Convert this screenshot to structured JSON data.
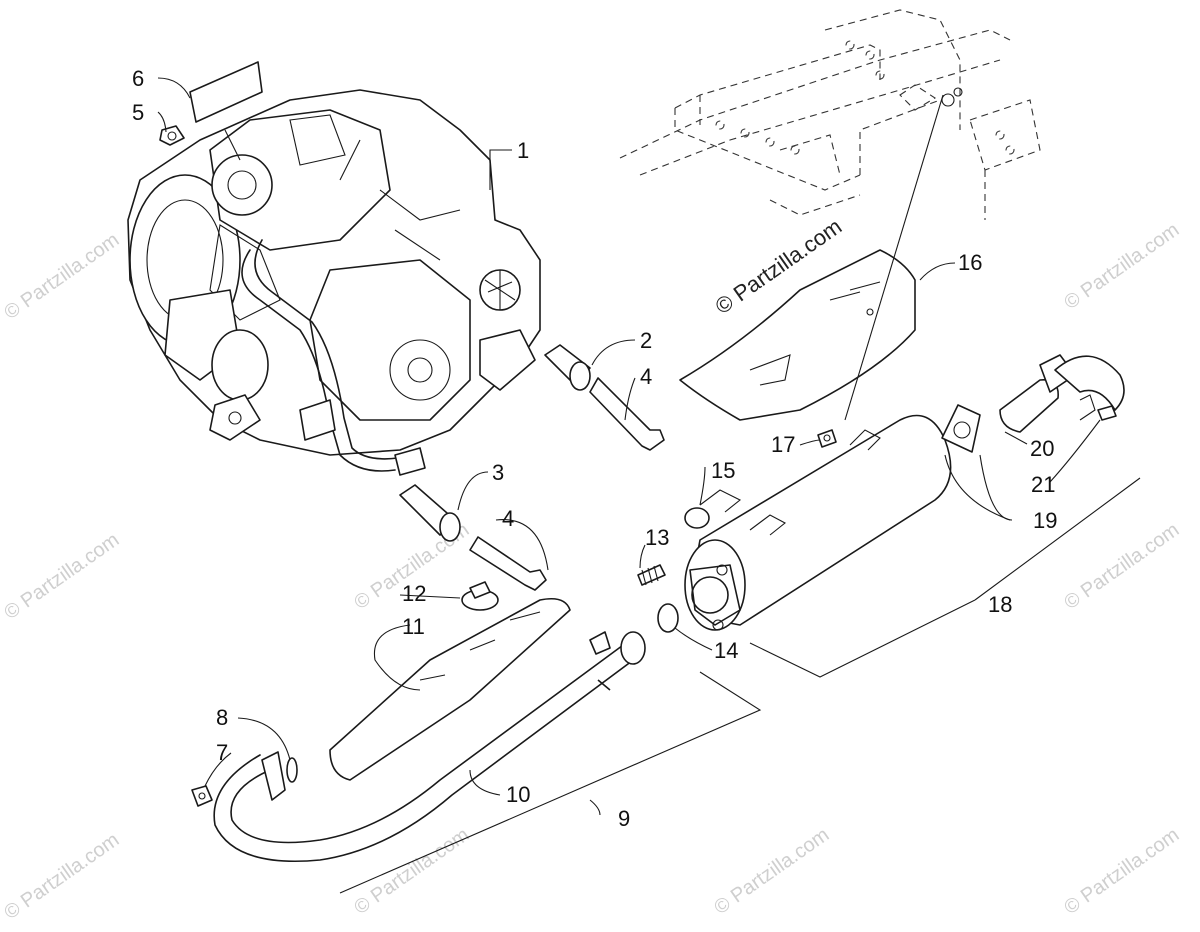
{
  "watermark": {
    "main": "© Partzilla.com",
    "repeat": "© Partzilla.com"
  },
  "callouts": {
    "c1": "1",
    "c2": "2",
    "c3": "3",
    "c4a": "4",
    "c4b": "4",
    "c5": "5",
    "c6": "6",
    "c7": "7",
    "c8": "8",
    "c9": "9",
    "c10": "10",
    "c11": "11",
    "c12": "12",
    "c13": "13",
    "c14": "14",
    "c15": "15",
    "c16": "16",
    "c17": "17",
    "c18": "18",
    "c19": "19",
    "c20": "20",
    "c21": "21"
  }
}
